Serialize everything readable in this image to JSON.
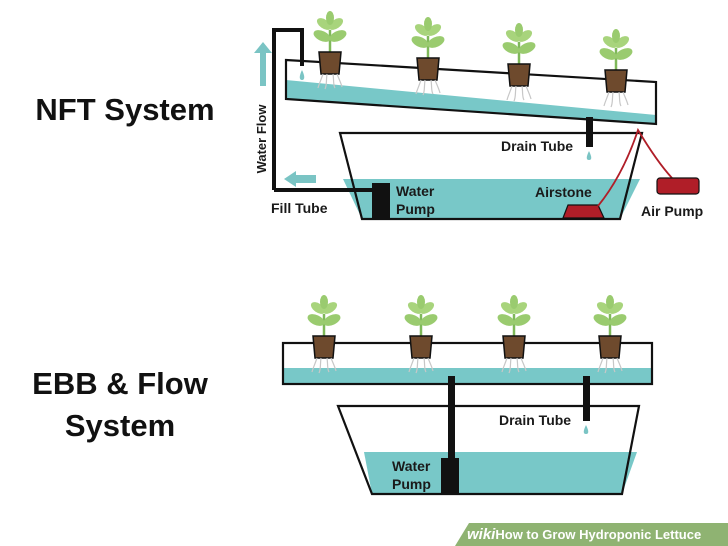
{
  "nft": {
    "title": "NFT System",
    "water_flow": "Water Flow",
    "drain_tube": "Drain Tube",
    "airstone": "Airstone",
    "air_pump": "Air Pump",
    "fill_tube": "Fill Tube",
    "water_pump_line1": "Water",
    "water_pump_line2": "Pump"
  },
  "ebb": {
    "title_line1": "EBB & Flow",
    "title_line2": "System",
    "drain_tube": "Drain Tube",
    "water_pump_line1": "Water",
    "water_pump_line2": "Pump"
  },
  "footer": {
    "wiki": "wiki",
    "text": "How to Grow Hydroponic Lettuce"
  },
  "colors": {
    "water": "#78c8c8",
    "leaf": "#9acb6f",
    "pot": "#6e4a2d",
    "airstone": "#b01e28",
    "arrow": "#7ac4c4",
    "banner": "#8fb372"
  }
}
